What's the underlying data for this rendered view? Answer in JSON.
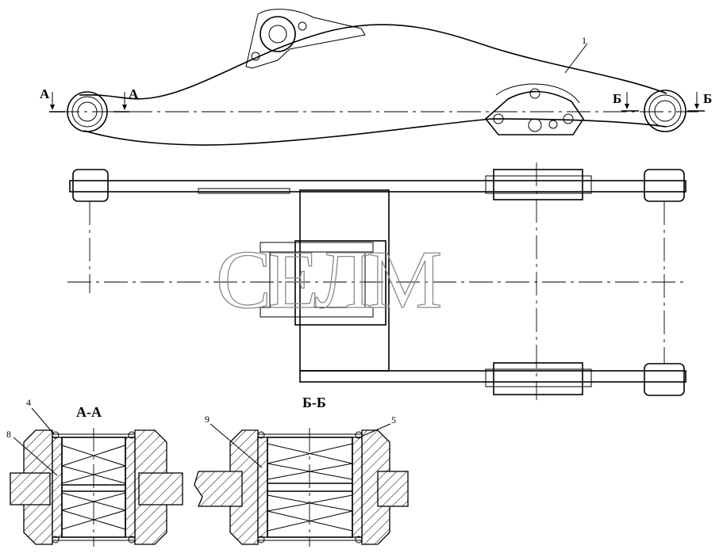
{
  "callouts": {
    "part_1": "1",
    "part_4": "4",
    "part_5": "5",
    "part_8": "8",
    "part_9": "9"
  },
  "section_marks": {
    "a_left": "А",
    "a_right": "А",
    "b_left": "Б",
    "b_right": "Б"
  },
  "section_titles": {
    "aa": "А-А",
    "bb": "Б-Б"
  },
  "watermark": {
    "text": "СЕЛМ"
  },
  "colors": {
    "lines": "#000000",
    "watermark": "#8a8a8a",
    "background": "#ffffff"
  }
}
